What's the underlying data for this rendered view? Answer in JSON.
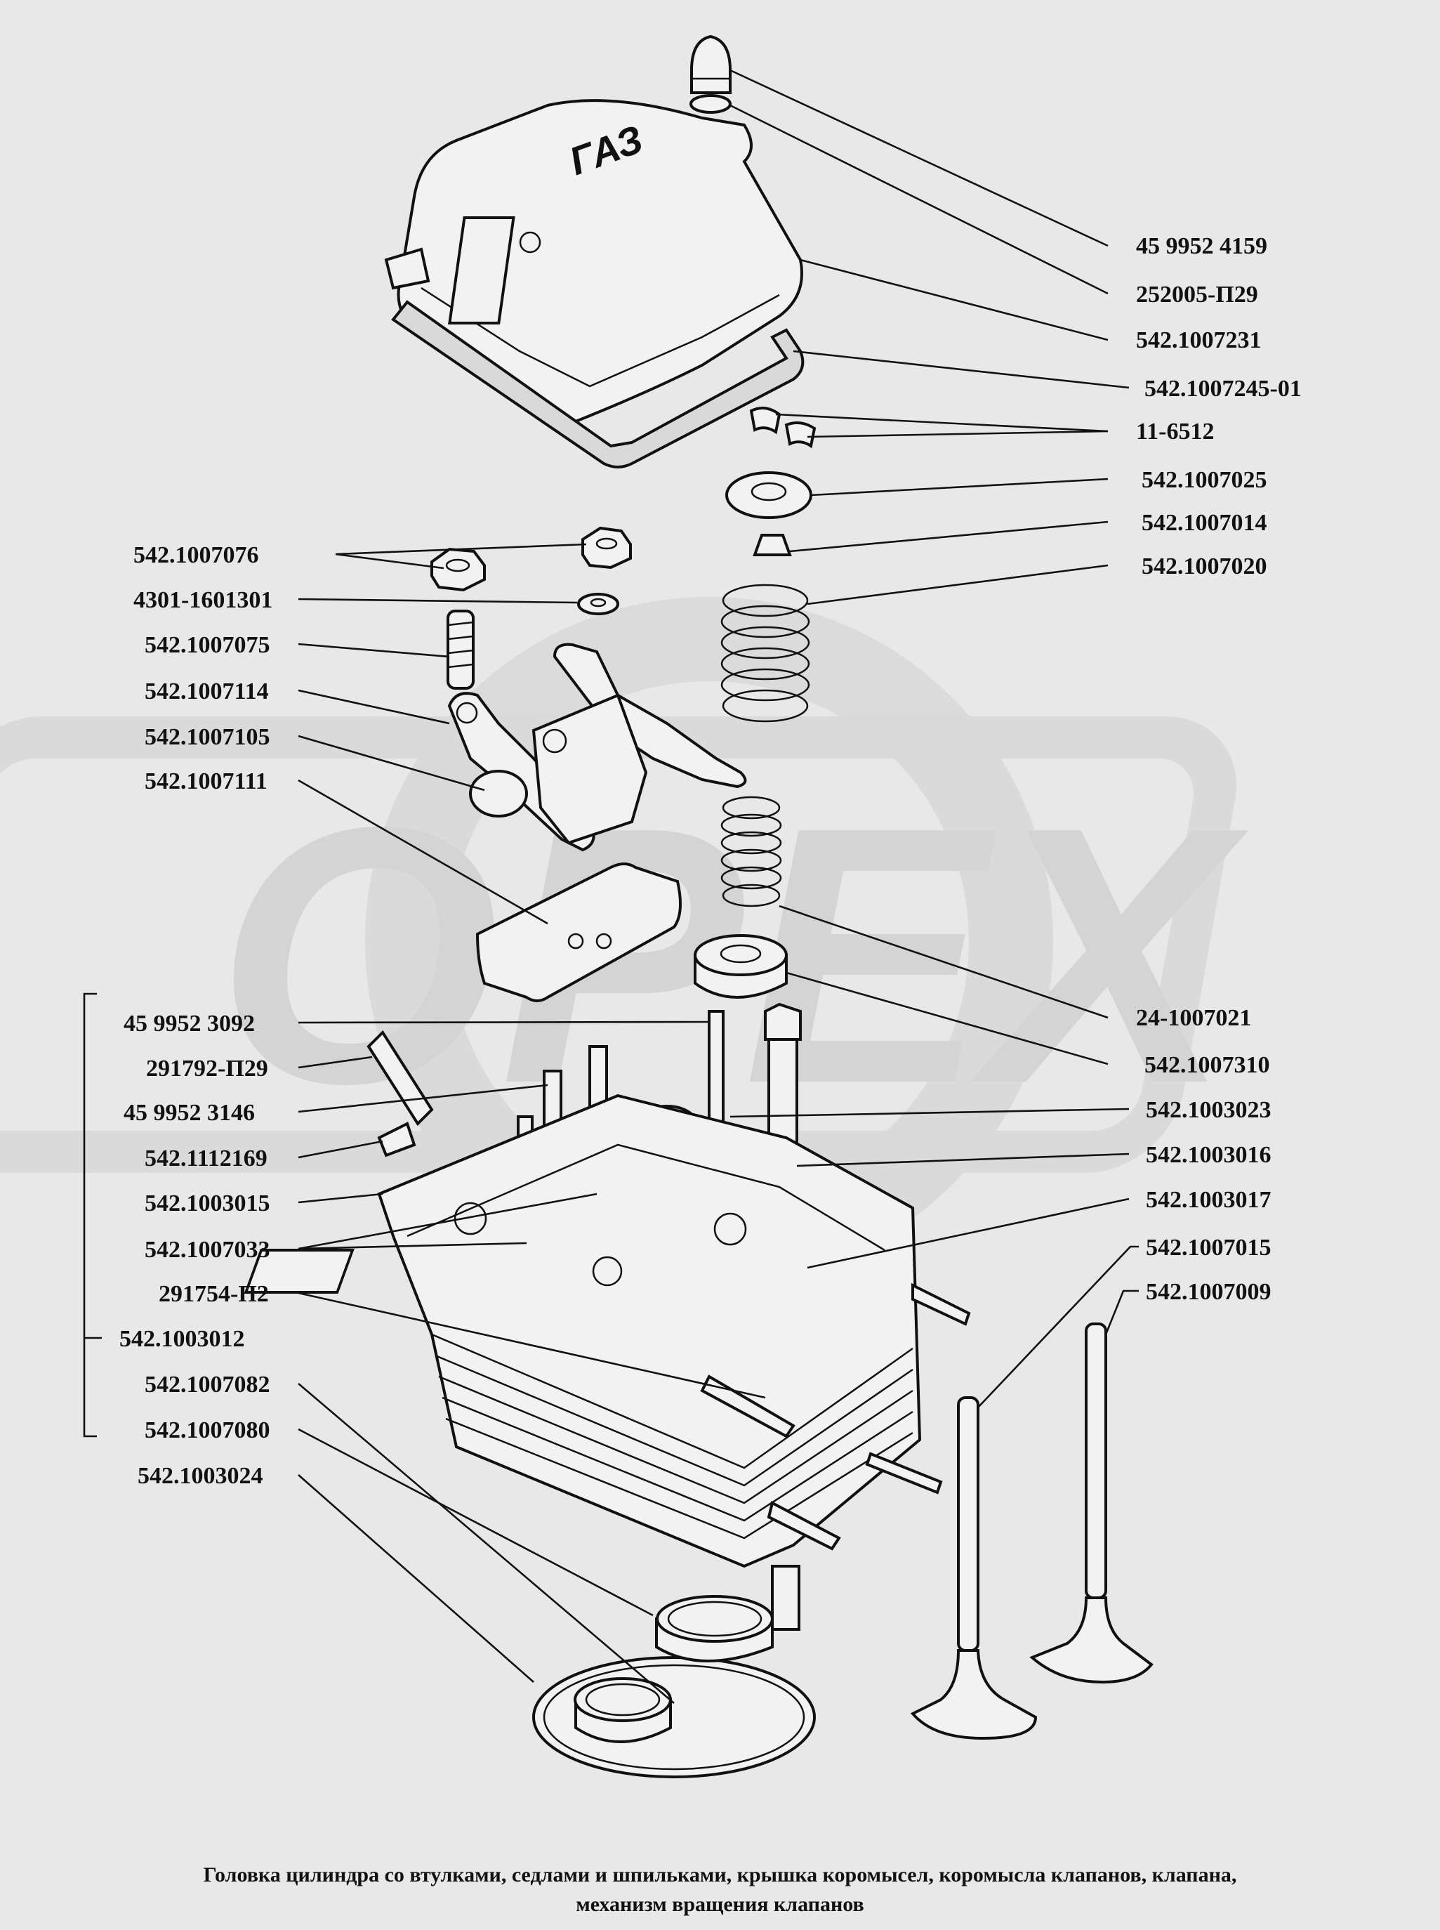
{
  "logo_text": "ОРЕХ",
  "cover_logo_text": "ГАЗ",
  "parts": [
    {
      "id": "p1",
      "number": "45  9952  4159"
    },
    {
      "id": "p2",
      "number": "252005-П29"
    },
    {
      "id": "p3",
      "number": "542.1007231"
    },
    {
      "id": "p4",
      "number": "542.1007245-01"
    },
    {
      "id": "p5",
      "number": "11-6512"
    },
    {
      "id": "p6",
      "number": "542.1007025"
    },
    {
      "id": "p7",
      "number": "542.1007014"
    },
    {
      "id": "p8",
      "number": "542.1007020"
    },
    {
      "id": "p9",
      "number": "542.1007076"
    },
    {
      "id": "p10",
      "number": "4301-1601301"
    },
    {
      "id": "p11",
      "number": "542.1007075"
    },
    {
      "id": "p12",
      "number": "542.1007114"
    },
    {
      "id": "p13",
      "number": "542.1007105"
    },
    {
      "id": "p14",
      "number": "542.1007111"
    },
    {
      "id": "p15",
      "number": "24-1007021"
    },
    {
      "id": "p16",
      "number": "542.1007310"
    },
    {
      "id": "p17",
      "number": "45  9952  3092"
    },
    {
      "id": "p18",
      "number": "291792-П29"
    },
    {
      "id": "p19",
      "number": "45  9952  3146"
    },
    {
      "id": "p20",
      "number": "542.1112169"
    },
    {
      "id": "p21",
      "number": "542.1003015"
    },
    {
      "id": "p22",
      "number": "542.1007033"
    },
    {
      "id": "p23",
      "number": "291754-П2"
    },
    {
      "id": "p24",
      "number": "542.1003012"
    },
    {
      "id": "p25",
      "number": "542.1007082"
    },
    {
      "id": "p26",
      "number": "542.1007080"
    },
    {
      "id": "p27",
      "number": "542.1003024"
    },
    {
      "id": "p28",
      "number": "542.1003023"
    },
    {
      "id": "p29",
      "number": "542.1003016"
    },
    {
      "id": "p30",
      "number": "542.1003017"
    },
    {
      "id": "p31",
      "number": "542.1007015"
    },
    {
      "id": "p32",
      "number": "542.1007009"
    }
  ],
  "caption": {
    "line1": "Головка цилиндра со втулками, седлами и шпильками, крышка коромысел, коромысла клапанов, клапана,",
    "line2": "механизм вращения клапанов"
  }
}
